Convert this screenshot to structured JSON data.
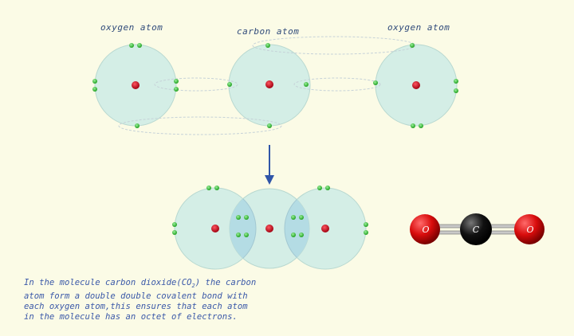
{
  "labels": {
    "oxygen_left": "oxygen atom",
    "carbon": "carbon atom",
    "oxygen_right": "oxygen atom"
  },
  "caption": {
    "line1_pre": "In the molecule carbon dioxide(CO",
    "line1_sub": "2",
    "line1_post": ") the carbon",
    "line2": "atom form a double double covalent bond with",
    "line3": "each oxygen atom,this ensures that each atom",
    "line4": "in the molecule has an octet of electrons."
  },
  "model": {
    "left_atom": "O",
    "center_atom": "C",
    "right_atom": "O"
  },
  "colors": {
    "background": "#fbfbe6",
    "atom_fill": "#d4eee6",
    "overlap_fill": "#b4dce4",
    "electron": "#3cc83c",
    "nucleus": "#cc1a2a",
    "arrow": "#2f55a8",
    "model_oxygen": "#d80c0c",
    "model_carbon": "#111111"
  },
  "icons": {
    "arrow": "down-arrow-icon"
  }
}
